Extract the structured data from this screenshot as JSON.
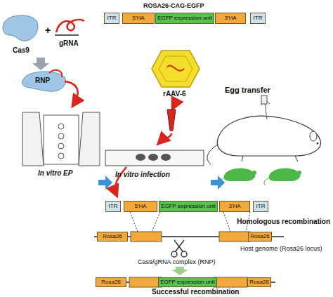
{
  "diagram": {
    "nodes": [
      {
        "text": [
          "ITR"
        ]
      },
      {
        "text": [
          "5'HA"
        ]
      },
      {
        "text": [
          "EGFP expression unit"
        ]
      },
      {
        "text": [
          "3'HA"
        ]
      },
      {
        "text": [
          "ITR"
        ]
      },
      {
        "text": [
          "ITR"
        ]
      },
      {
        "text": [
          "5'HA"
        ]
      },
      {
        "text": [
          "EGFP expression unit"
        ]
      },
      {
        "text": [
          "3'HA"
        ]
      },
      {
        "text": [
          "ITR"
        ]
      },
      {
        "text": [
          "Rosa26"
        ]
      },
      {
        "text": [
          "Rosa26"
        ]
      },
      {
        "text": [
          "Rosa26"
        ]
      },
      {
        "text": [
          "EGFP expression unit"
        ]
      },
      {
        "text": [
          "Rosa26"
        ]
      }
    ],
    "labels": [
      "Cas9",
      "+",
      "gRNA",
      "RNP",
      "In vitro EP",
      "ROSA26-CAG-EGFP",
      "rAAV-6",
      "In vitro infection",
      "Egg transfer",
      "Homologous recombination",
      "Host genome (Rosa26 locus)",
      "Cas9/gRNA complex (RNP)",
      "Successful recombination"
    ]
  }
}
